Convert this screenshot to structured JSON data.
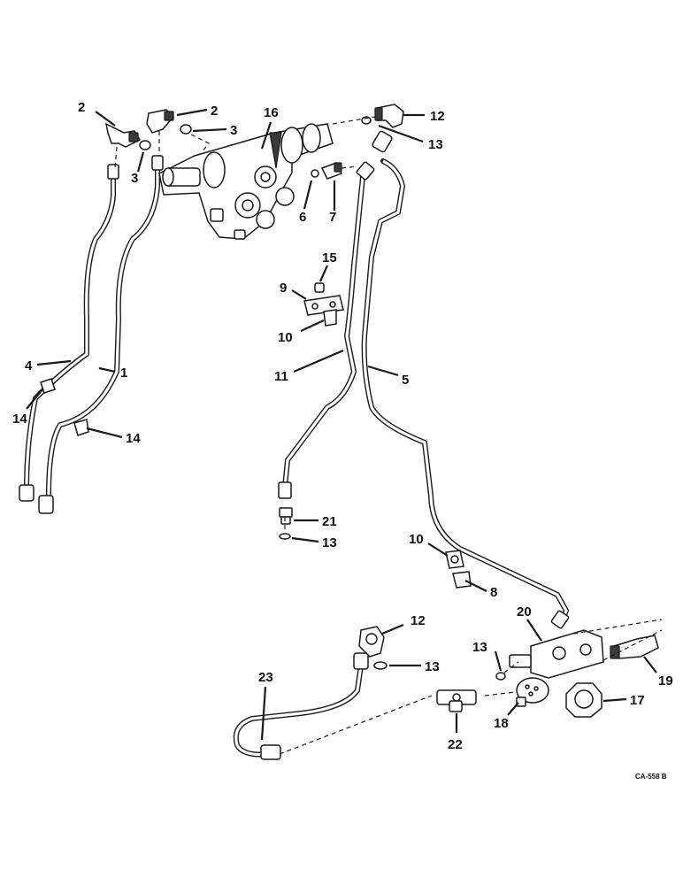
{
  "figure_code": "CA-558 B",
  "callouts": [
    {
      "id": "c-2a",
      "label": "2"
    },
    {
      "id": "c-2b",
      "label": "2"
    },
    {
      "id": "c-3a",
      "label": "3"
    },
    {
      "id": "c-3b",
      "label": "3"
    },
    {
      "id": "c-16",
      "label": "16"
    },
    {
      "id": "c-12a",
      "label": "12"
    },
    {
      "id": "c-13a",
      "label": "13"
    },
    {
      "id": "c-6",
      "label": "6"
    },
    {
      "id": "c-7",
      "label": "7"
    },
    {
      "id": "c-15",
      "label": "15"
    },
    {
      "id": "c-9",
      "label": "9"
    },
    {
      "id": "c-10a",
      "label": "10"
    },
    {
      "id": "c-11",
      "label": "11"
    },
    {
      "id": "c-5",
      "label": "5"
    },
    {
      "id": "c-4",
      "label": "4"
    },
    {
      "id": "c-1",
      "label": "1"
    },
    {
      "id": "c-14a",
      "label": "14"
    },
    {
      "id": "c-14b",
      "label": "14"
    },
    {
      "id": "c-21",
      "label": "21"
    },
    {
      "id": "c-13b",
      "label": "13"
    },
    {
      "id": "c-10b",
      "label": "10"
    },
    {
      "id": "c-8",
      "label": "8"
    },
    {
      "id": "c-20",
      "label": "20"
    },
    {
      "id": "c-12b",
      "label": "12"
    },
    {
      "id": "c-13c",
      "label": "13"
    },
    {
      "id": "c-13d",
      "label": "13"
    },
    {
      "id": "c-23",
      "label": "23"
    },
    {
      "id": "c-19",
      "label": "19"
    },
    {
      "id": "c-17",
      "label": "17"
    },
    {
      "id": "c-18",
      "label": "18"
    },
    {
      "id": "c-22",
      "label": "22"
    }
  ]
}
